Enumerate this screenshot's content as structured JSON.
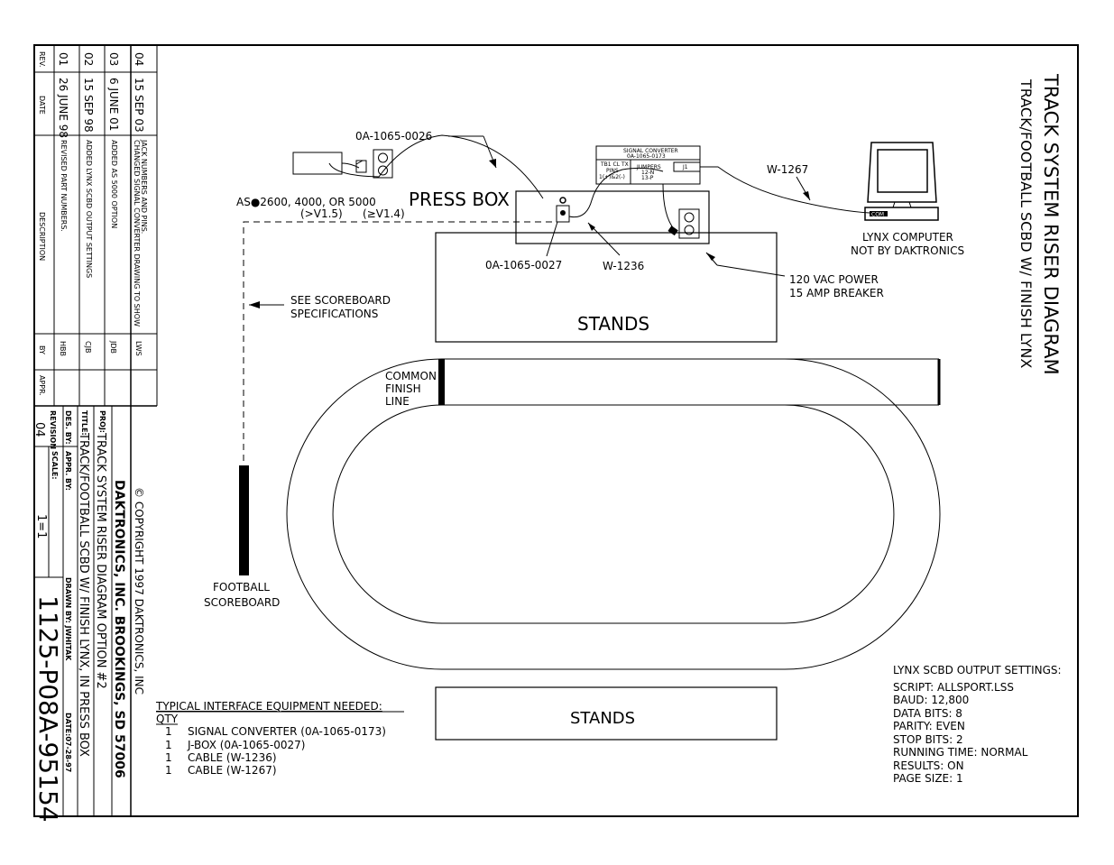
{
  "drawing": {
    "title_line1": "TRACK SYSTEM RISER DIAGRAM",
    "title_line2": "TRACK/FOOTBALL SCBD W/ FINISH LYNX"
  },
  "labels": {
    "cable_0026": "0A-1065-0026",
    "signal_converter_title": "SIGNAL CONVERTER",
    "signal_converter_pn": "0A-1065-0173",
    "sc_tb1": "TB1 CL TX",
    "sc_pins": "PINS",
    "sc_pins_val": "1(+)&2(-)",
    "sc_jumpers": "JUMPERS",
    "sc_j1": "12-N",
    "sc_j2": "13-P",
    "sc_jt": "J1",
    "w1267": "W-1267",
    "controller": "AS●2600, 4000, OR 5000",
    "controller_v1": "(>V1.5)",
    "controller_v2": "(≥V1.4)",
    "press_box": "PRESS BOX",
    "jbox": "0A-1065-0027",
    "w1236": "W-1236",
    "power_line1": "120 VAC POWER",
    "power_line2": "15 AMP BREAKER",
    "lynx_line1": "LYNX COMPUTER",
    "lynx_line2": "NOT BY DAKTRONICS",
    "com": "COM",
    "see_spec_line1": "SEE SCOREBOARD",
    "see_spec_line2": "SPECIFICATIONS",
    "stands_top": "STANDS",
    "stands_bottom": "STANDS",
    "finish_line1": "COMMON",
    "finish_line2": "FINISH",
    "finish_line3": "LINE",
    "scoreboard_line1": "FOOTBALL",
    "scoreboard_line2": "SCOREBOARD"
  },
  "equipment": {
    "heading": "TYPICAL INTERFACE EQUIPMENT NEEDED:",
    "qty_header": "QTY",
    "items": [
      {
        "qty": "1",
        "desc": "SIGNAL CONVERTER (0A-1065-0173)"
      },
      {
        "qty": "1",
        "desc": "J-BOX (0A-1065-0027)"
      },
      {
        "qty": "1",
        "desc": "CABLE (W-1236)"
      },
      {
        "qty": "1",
        "desc": "CABLE (W-1267)"
      }
    ]
  },
  "settings": {
    "heading": "LYNX SCBD OUTPUT SETTINGS:",
    "lines": [
      "SCRIPT: ALLSPORT.LSS",
      "BAUD: 12,800",
      "DATA BITS: 8",
      "PARITY: EVEN",
      "STOP BITS: 2",
      "RUNNING TIME: NORMAL",
      "RESULTS: ON",
      "PAGE SIZE: 1"
    ]
  },
  "revisions": {
    "headers": {
      "rev": "REV.",
      "date": "DATE",
      "description": "DESCRIPTION",
      "by": "BY",
      "appr": "APPR."
    },
    "rows": [
      {
        "rev": "04",
        "date": "15 SEP 03",
        "desc1": "CHANGED SIGNAL CONVERTER DRAWING TO SHOW",
        "desc2": "JACK NUMBERS AND PINS.",
        "by": "LWS"
      },
      {
        "rev": "03",
        "date": "6 JUNE 01",
        "desc1": "ADDED AS 5000 OPTION",
        "desc2": "",
        "by": "JDB"
      },
      {
        "rev": "02",
        "date": "15 SEP 98",
        "desc1": "ADDED LYNX SCBD OUTPUT SETTINGS",
        "desc2": "",
        "by": "CJB"
      },
      {
        "rev": "01",
        "date": "26 JUNE 98",
        "desc1": "REVISED PART NUMBERS.",
        "desc2": "",
        "by": "HBB"
      }
    ]
  },
  "title_block": {
    "copyright": "© COPYRIGHT 1997 DAKTRONICS, INC",
    "company": "DAKTRONICS, INC. BROOKINGS, SD 57006",
    "proj_label": "PROJ:",
    "proj": "TRACK SYSTEM RISER DIAGRAM OPTION #2",
    "title_label": "TITLE:",
    "title1": "TRACK/FOOTBALL SCBD W/ FINISH LYNX, IN PRESS BOX",
    "des_by_label": "DES. BY:",
    "drawn_by": "DRAWN BY: JWHITAK",
    "date": "DATE:07-28-97",
    "revision_label": "REVISION",
    "revision": "04",
    "appr_by_label": "APPR. BY:",
    "scale_label": "SCALE:",
    "scale": "1=1",
    "drawing_number": "1125-P08A-95154"
  }
}
